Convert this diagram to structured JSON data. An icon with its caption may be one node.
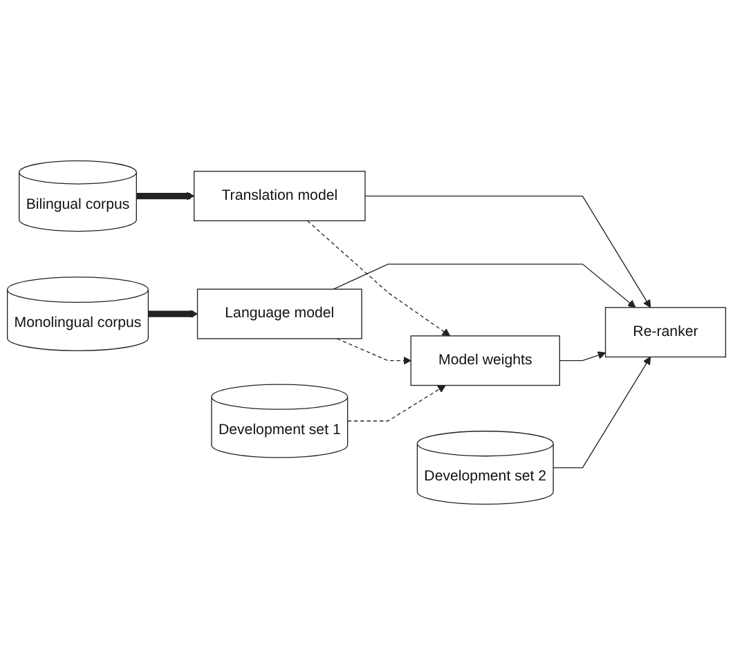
{
  "diagram": {
    "nodes": [
      {
        "text": [
          "Bilingual corpus"
        ]
      },
      {
        "text": [
          "Monolingual corpus"
        ]
      },
      {
        "text": [
          "Development set 1"
        ]
      },
      {
        "text": [
          "Development set 2"
        ]
      },
      {
        "text": [
          "Translation model"
        ]
      },
      {
        "text": [
          "Language model"
        ]
      },
      {
        "text": [
          "Model weights"
        ]
      },
      {
        "text": [
          "Re-ranker"
        ]
      }
    ],
    "edges": [
      {
        "from": 0,
        "to": 4,
        "arrow": "to",
        "style": "thick"
      },
      {
        "from": 1,
        "to": 5,
        "arrow": "to",
        "style": "thick"
      },
      {
        "from": 4,
        "to": 6,
        "arrow": "to",
        "style": "dashed"
      },
      {
        "from": 5,
        "to": 6,
        "arrow": "to",
        "style": "dashed"
      },
      {
        "from": 2,
        "to": 6,
        "arrow": "to",
        "style": "dashed"
      },
      {
        "from": 4,
        "to": 7,
        "arrow": "to"
      },
      {
        "from": 5,
        "to": 7,
        "arrow": "to"
      },
      {
        "from": 6,
        "to": 7,
        "arrow": "to"
      },
      {
        "from": 3,
        "to": 7,
        "arrow": "to"
      }
    ]
  }
}
